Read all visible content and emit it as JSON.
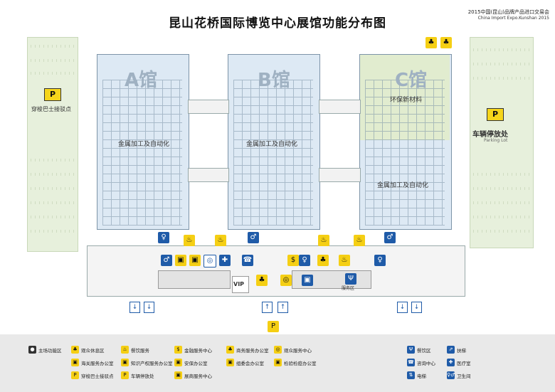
{
  "title": "昆山花桥国际博览中心展馆功能分布图",
  "logo": {
    "cn": "2015中国(昆山)品牌产品进口交易会",
    "en": "China Import Expo.Kunshan 2015"
  },
  "halls": [
    {
      "letter": "A馆",
      "zones": [
        "金属加工及自动化"
      ]
    },
    {
      "letter": "B馆",
      "zones": [
        "金属加工及自动化"
      ]
    },
    {
      "letter": "C馆",
      "zones": [
        "环保新材料",
        "金属加工及自动化"
      ]
    }
  ],
  "left_lot": {
    "icon": "P",
    "label": "穿梭巴士接驳点"
  },
  "right_lot": {
    "icon": "P",
    "label": "车辆停放处",
    "sublabel": "Parking Lot"
  },
  "vip_label": "VIP",
  "service_label": "服务区",
  "legend": {
    "colors": {
      "blue": "#1f5ba8",
      "yellow": "#f5cf14"
    },
    "items": [
      {
        "icon": "map-pin-icon",
        "glyph": "●",
        "color": "dark",
        "label": "主场功能区"
      },
      {
        "icon": "lounge-icon",
        "glyph": "♣",
        "color": "yellow",
        "label": "观众休息区"
      },
      {
        "icon": "catering-icon",
        "glyph": "♨",
        "color": "yellow",
        "label": "餐饮服务"
      },
      {
        "icon": "finance-icon",
        "glyph": "$",
        "color": "yellow",
        "label": "金融服务中心"
      },
      {
        "icon": "trade-icon",
        "glyph": "♣",
        "color": "yellow",
        "label": "商务服务办公室"
      },
      {
        "icon": "media-icon",
        "glyph": "◎",
        "color": "yellow",
        "label": "观众服务中心"
      },
      {
        "icon": "customs-icon",
        "glyph": "▣",
        "color": "yellow",
        "label": "海关服务办公室"
      },
      {
        "icon": "ip-icon",
        "glyph": "▣",
        "color": "yellow",
        "label": "知识产权服务办公室"
      },
      {
        "icon": "security-icon",
        "glyph": "▣",
        "color": "yellow",
        "label": "安保办公室"
      },
      {
        "icon": "lost-icon",
        "glyph": "▣",
        "color": "yellow",
        "label": "组委会办公室"
      },
      {
        "icon": "inspection-icon",
        "glyph": "▣",
        "color": "yellow",
        "label": "检验检疫办公室"
      },
      {
        "icon": "bus-icon",
        "glyph": "P",
        "color": "yellow",
        "label": "穿梭巴士接驳点"
      },
      {
        "icon": "parking-icon",
        "glyph": "P",
        "color": "yellow",
        "label": "车辆停放处"
      },
      {
        "icon": "exhibitor-icon",
        "glyph": "▣",
        "color": "yellow",
        "label": "展商服务中心"
      },
      {
        "icon": "restaurant-icon",
        "glyph": "Ψ",
        "color": "blue",
        "label": "餐饮区"
      },
      {
        "icon": "reception-icon",
        "glyph": "☎",
        "color": "blue",
        "label": "咨询中心"
      },
      {
        "icon": "elevator-icon",
        "glyph": "⇅",
        "color": "blue",
        "label": "电梯"
      },
      {
        "icon": "escalator-icon",
        "glyph": "⇗",
        "color": "blue",
        "label": "扶梯"
      },
      {
        "icon": "medical-icon",
        "glyph": "✚",
        "color": "blue",
        "label": "医疗室"
      },
      {
        "icon": "toilet-icon",
        "glyph": "♀♂",
        "color": "blue",
        "label": "卫生间"
      }
    ]
  }
}
